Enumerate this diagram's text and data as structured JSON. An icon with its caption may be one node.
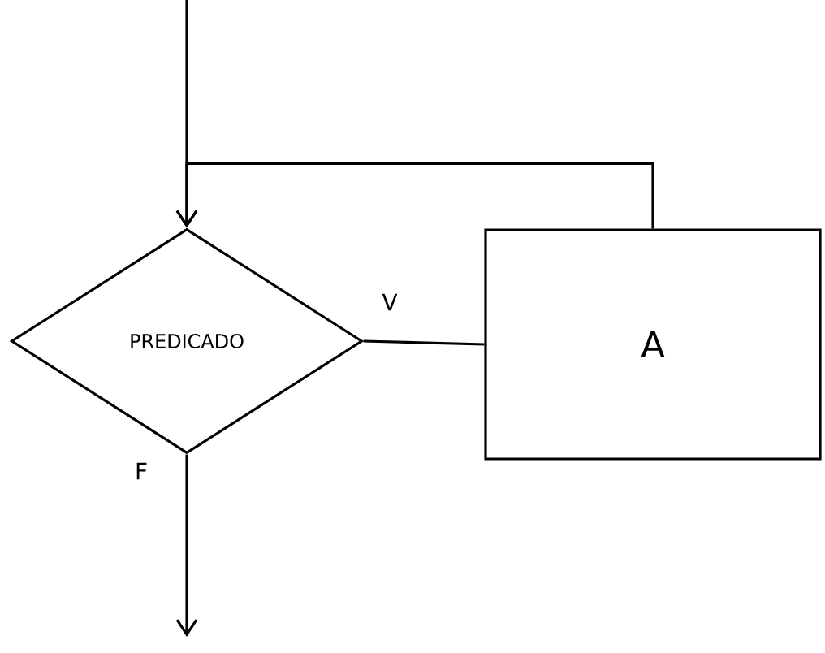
{
  "diagram": {
    "nodes": [
      {
        "text": [
          "PREDICADO"
        ]
      },
      {
        "text": [
          "A"
        ]
      }
    ],
    "edges": [
      {
        "from": null,
        "to": 0,
        "arrow": "to"
      },
      {
        "from": 0,
        "to": 1,
        "arrow": "none",
        "label": "V"
      },
      {
        "from": 1,
        "to": 0,
        "arrow": "to"
      },
      {
        "from": 0,
        "to": null,
        "arrow": "to",
        "label": "F"
      }
    ]
  }
}
